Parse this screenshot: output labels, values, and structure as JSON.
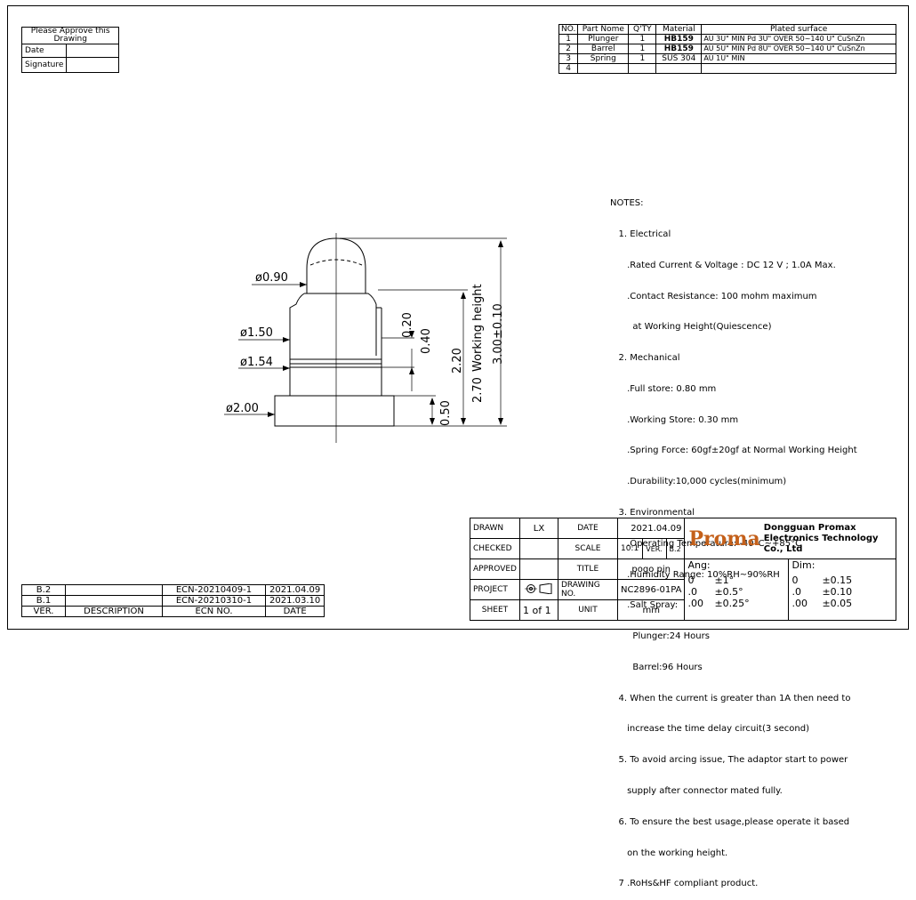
{
  "approve": {
    "title": "Please Approve this Drawing",
    "date_label": "Date",
    "signature_label": "Signature"
  },
  "parts": {
    "headers": [
      "NO.",
      "Part Nome",
      "Q'TY",
      "Material",
      "Plated surface"
    ],
    "rows": [
      [
        "1",
        "Plunger",
        "1",
        "HB159",
        "AU 3U\" MIN Pd 3U\" OVER 50~140 U\" CuSnZn"
      ],
      [
        "2",
        "Barrel",
        "1",
        "HB159",
        "AU 5U\" MIN Pd 8U\" OVER 50~140 U\" CuSnZn"
      ],
      [
        "3",
        "Spring",
        "1",
        "SUS 304",
        "AU 1U\" MIN"
      ],
      [
        "4",
        "",
        "",
        "",
        ""
      ]
    ]
  },
  "dims": {
    "d090": "ø0.90",
    "d150": "ø1.50",
    "d154": "ø1.54",
    "d200": "ø2.00",
    "h020": "0.20",
    "h040": "0.40",
    "h050": "0.50",
    "h220": "2.20",
    "h270": "2.70",
    "working": "Working height",
    "h300": "3.00±0.10"
  },
  "notes": [
    "NOTES:",
    "   1. Electrical",
    "      .Rated Current & Voltage : DC 12 V ; 1.0A Max.",
    "      .Contact Resistance: 100 mohm maximum",
    "        at Working Height(Quiescence)",
    "   2. Mechanical",
    "      .Full store: 0.80 mm",
    "      .Working Store: 0.30 mm",
    "      .Spring Force: 60gf±20gf at Normal Working Height",
    "      .Durability:10,000 cycles(minimum)",
    "   3. Environmental",
    "      .Operating Temperature: -40°C~+85°C",
    "      .Humidity Range: 10%RH~90%RH",
    "      .Salt Spray:",
    "        Plunger:24 Hours",
    "        Barrel:96 Hours",
    "   4. When the current is greater than 1A then need to",
    "      increase the time delay circuit(3 second)",
    "   5. To avoid arcing issue, The adaptor start to power",
    "      supply after connector mated fully.",
    "   6. To ensure the best usage,please operate it based",
    "      on the working height.",
    "   7 .RoHs&HF compliant product."
  ],
  "title_block": {
    "drawn_label": "DRAWN",
    "drawn": "LX",
    "date_label": "DATE",
    "date": "2021.04.09",
    "checked_label": "CHECKED",
    "scale_label": "SCALE",
    "scale": "10:1",
    "ver_label": "VER.",
    "ver": "B.2",
    "approved_label": "APPROVED",
    "title_label": "TITLE",
    "title": "pogo pin",
    "project_label": "PROJECT",
    "drawing_no_label": "DRAWING NO.",
    "drawing_no": "NC2896-01PA",
    "sheet_label": "SHEET",
    "sheet": "1 of 1",
    "unit_label": "UNIT",
    "unit": "mm",
    "logo": "Proma",
    "company": "Dongguan Promax Electronics Technology Co., Ltd",
    "ang_label": "Ang:",
    "dim_label": "Dim:",
    "ang": [
      [
        "0",
        "±1°"
      ],
      [
        ".0",
        "±0.5°"
      ],
      [
        ".00",
        "±0.25°"
      ]
    ],
    "dim": [
      [
        "0",
        "±0.15"
      ],
      [
        ".0",
        "±0.10"
      ],
      [
        ".00",
        "±0.05"
      ]
    ]
  },
  "revisions": {
    "headers": [
      "VER.",
      "DESCRIPTION",
      "ECN NO.",
      "DATE"
    ],
    "rows": [
      [
        "B.2",
        "",
        "ECN-20210409-1",
        "2021.04.09"
      ],
      [
        "B.1",
        "",
        "ECN-20210310-1",
        "2021.03.10"
      ]
    ]
  }
}
